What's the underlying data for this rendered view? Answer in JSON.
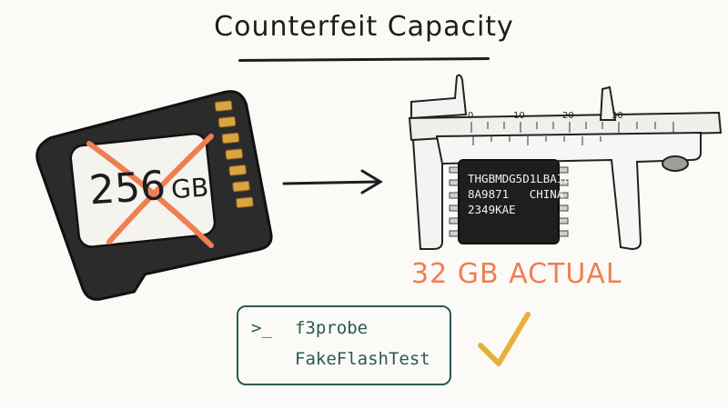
{
  "title": "Counterfeit Capacity",
  "card": {
    "claimed_number": "256",
    "claimed_unit": "GB"
  },
  "caliper": {
    "scale_labels": [
      "0",
      "10",
      "20",
      "30"
    ]
  },
  "chip": {
    "line1": "THGBMDG5D1LBAIL",
    "line2": "8A9871   CHINA",
    "line3": "2349KAE"
  },
  "actual_capacity": "32 GB ACTUAL",
  "terminal": {
    "prompt": ">_",
    "command1": "f3probe",
    "command2": "FakeFlashTest"
  },
  "colors": {
    "ink": "#1d1d1d",
    "cross": "#ef7f52",
    "actual": "#ef7f52",
    "terminal": "#2a5a52",
    "check": "#e7b03a",
    "gold_contacts": "#d9a441"
  },
  "icons": [
    "cross-mark-icon",
    "arrow-right-icon",
    "checkmark-icon",
    "terminal-prompt-icon"
  ]
}
